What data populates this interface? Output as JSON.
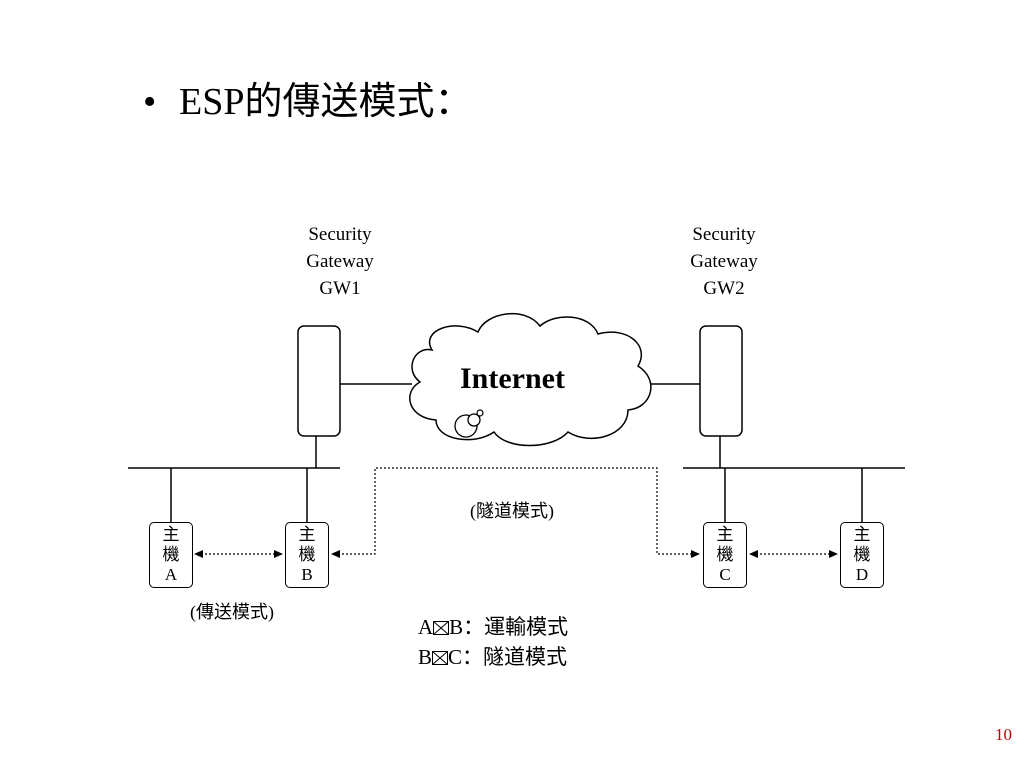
{
  "slide": {
    "bullet": "•",
    "title": "ESP的傳送模式：",
    "page_number": "10"
  },
  "gateways": [
    {
      "line1": "Security",
      "line2": "Gateway",
      "line3": "GW1"
    },
    {
      "line1": "Security",
      "line2": "Gateway",
      "line3": "GW2"
    }
  ],
  "internet_label": "Internet",
  "hosts": [
    {
      "char1": "主",
      "char2": "機",
      "letter": "A"
    },
    {
      "char1": "主",
      "char2": "機",
      "letter": "B"
    },
    {
      "char1": "主",
      "char2": "機",
      "letter": "C"
    },
    {
      "char1": "主",
      "char2": "機",
      "letter": "D"
    }
  ],
  "notes": {
    "tunnel": "(隧道模式)",
    "transport": "(傳送模式)"
  },
  "legend": {
    "row1_a": "A",
    "row1_b": "B：運輸模式",
    "row2_a": "B",
    "row2_b": "C：隧道模式"
  }
}
